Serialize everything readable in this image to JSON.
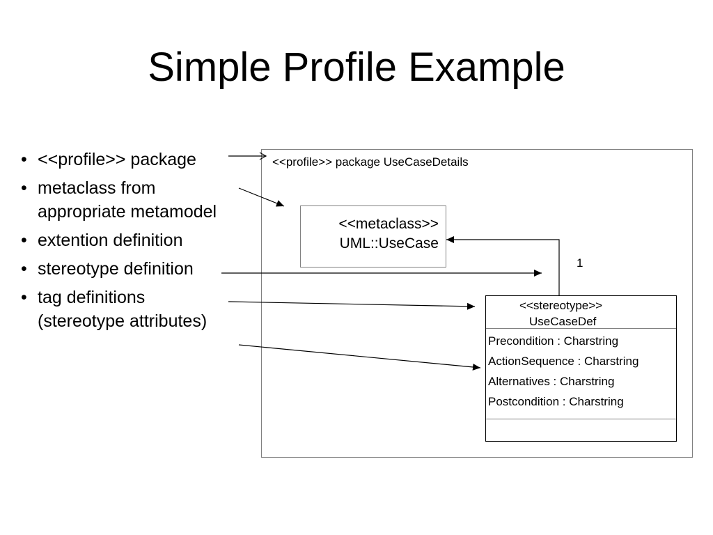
{
  "slide": {
    "title": "Simple Profile Example"
  },
  "bullets": [
    "<<profile>> package",
    "metaclass from appropriate metamodel",
    "extention definition",
    "stereotype definition",
    "tag definitions (stereotype attributes)"
  ],
  "diagram": {
    "package_label": "<<profile>> package UseCaseDetails",
    "metaclass": {
      "stereotype": "<<metaclass>>",
      "name": "UML::UseCase"
    },
    "multiplicity": "1",
    "stereotype_class": {
      "stereotype": "<<stereotype>>",
      "name": "UseCaseDef",
      "attributes": [
        "Precondition : Charstring",
        "ActionSequence : Charstring",
        "Alternatives : Charstring",
        "Postcondition : Charstring"
      ]
    }
  }
}
